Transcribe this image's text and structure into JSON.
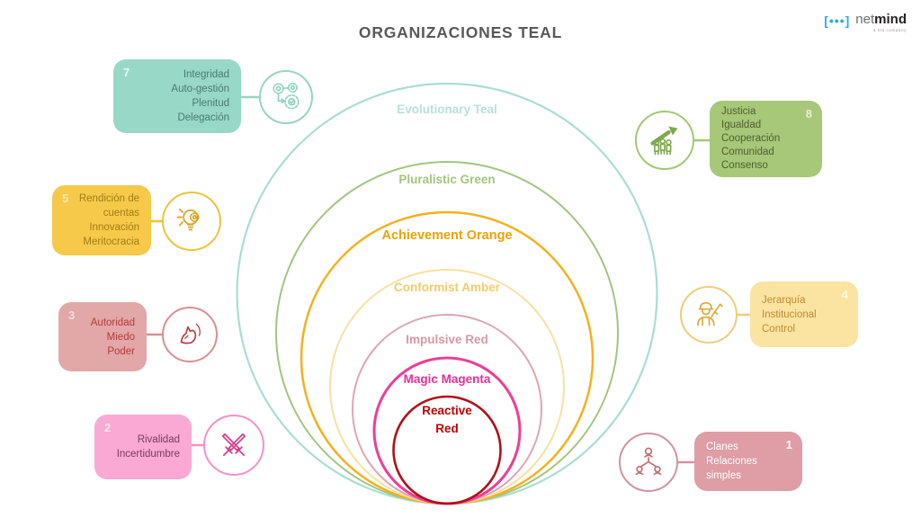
{
  "title": "ORGANIZACIONES TEAL",
  "logo": {
    "bracket_left": "[",
    "dots": "•••",
    "bracket_right": "]",
    "name_light": "net",
    "name_bold": "mind",
    "tagline": "a bts company",
    "accent_color": "#29abe2"
  },
  "rings": [
    {
      "label": "Evolutionary Teal",
      "color": "#a9ded2",
      "label_color": "#b5e2d8",
      "diameter": 467,
      "stroke_width": 2.2
    },
    {
      "label": "Pluralistic Green",
      "color": "#a3c57e",
      "label_color": "#a3c57e",
      "diameter": 380,
      "stroke_width": 2
    },
    {
      "label": "Achievement Orange",
      "color": "#f6b01f",
      "label_color": "#f0a202",
      "diameter": 324,
      "stroke_width": 2.5
    },
    {
      "label": "Conformist Amber",
      "color": "#f7e0a0",
      "label_color": "#f2cd6a",
      "diameter": 260,
      "stroke_width": 2
    },
    {
      "label": "Impulsive Red",
      "color": "#dda7b2",
      "label_color": "#d998a6",
      "diameter": 210,
      "stroke_width": 2
    },
    {
      "label": "Magic Magenta",
      "color": "#ee3d96",
      "label_color": "#ee2d92",
      "diameter": 162,
      "stroke_width": 3
    },
    {
      "label": "Reactive Red",
      "color": "#b01117",
      "label_color": "#c00000",
      "diameter": 119,
      "stroke_width": 2.6
    }
  ],
  "cards": [
    {
      "number": "7",
      "lines": [
        "Integridad",
        "Auto-gestión",
        "Plenitud",
        "Delegación"
      ],
      "bg": "#98d8c7",
      "text_color": "#4a7a74",
      "number_color": "#eafaf5",
      "accent": "#94d6c4",
      "icon_color": "#8ed2c0",
      "icon": "gears-workflow"
    },
    {
      "number": "5",
      "lines": [
        "Rendición de cuentas",
        "Innovación",
        "Meritocracia"
      ],
      "bg": "#f6c94b",
      "text_color": "#a17d0e",
      "number_color": "#fbe7ab",
      "accent": "#eec33d",
      "icon_color": "#d9a62a",
      "icon": "idea-gear"
    },
    {
      "number": "3",
      "lines": [
        "Autoridad",
        "Miedo",
        "Poder"
      ],
      "bg": "#e2a7a7",
      "text_color": "#b53a3a",
      "number_color": "#f4dada",
      "accent": "#d98f8f",
      "icon_color": "#b5413f",
      "icon": "wolf"
    },
    {
      "number": "2",
      "lines": [
        "Rivalidad",
        "Incertidumbre"
      ],
      "bg": "#f9a9d4",
      "text_color": "#7c3a60",
      "number_color": "#fde3f1",
      "accent": "#f591c6",
      "icon_color": "#d6408f",
      "icon": "crossed-swords"
    },
    {
      "number": "8",
      "lines": [
        "Justicia",
        "Igualdad",
        "Cooperación",
        "Comunidad",
        "Consenso"
      ],
      "bg": "#a6c878",
      "text_color": "#4f5f2e",
      "number_color": "#e7f0d6",
      "accent": "#a2c873",
      "icon_color": "#7fa94e",
      "icon": "team-growth"
    },
    {
      "number": "4",
      "lines": [
        "Jerarquía",
        "Institucional",
        "Control"
      ],
      "bg": "#fbe3a2",
      "text_color": "#c08d2b",
      "number_color": "#fdf6e0",
      "accent": "#eecd7c",
      "icon_color": "#dfaa3c",
      "icon": "soldier"
    },
    {
      "number": "1",
      "lines": [
        "Clanes",
        "Relaciones simples"
      ],
      "bg": "#df9da5",
      "text_color": "#ffffff",
      "number_color": "#ffffff",
      "accent": "#d294a0",
      "icon_color": "#c56b74",
      "icon": "clan-tree"
    }
  ]
}
